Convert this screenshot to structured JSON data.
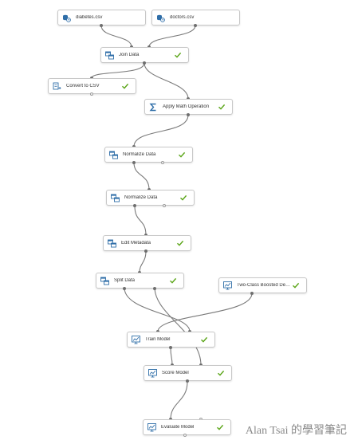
{
  "colors": {
    "node_border": "#c8c8c8",
    "wire": "#7a7a7a",
    "check": "#5aa517",
    "icon_blue": "#2f6ea8"
  },
  "modules": {
    "diabetes": {
      "label": "diabetes.csv",
      "icon": "dataset-icon",
      "status": "none"
    },
    "doctors": {
      "label": "doctors.csv",
      "icon": "dataset-icon",
      "status": "none"
    },
    "join": {
      "label": "Join Data",
      "icon": "module-icon",
      "status": "completed"
    },
    "convert": {
      "label": "Convert to CSV",
      "icon": "convert-icon",
      "status": "completed"
    },
    "math": {
      "label": "Apply Math Operation",
      "icon": "sigma-icon",
      "status": "completed"
    },
    "norm1": {
      "label": "Normalize Data",
      "icon": "module-icon",
      "status": "completed"
    },
    "norm2": {
      "label": "Normalize Data",
      "icon": "module-icon",
      "status": "completed"
    },
    "meta": {
      "label": "Edit Metadata",
      "icon": "module-icon",
      "status": "completed"
    },
    "split": {
      "label": "Split Data",
      "icon": "module-icon",
      "status": "completed"
    },
    "boosted": {
      "label": "Two-Class Boosted Decision...",
      "icon": "algorithm-icon",
      "status": "completed"
    },
    "train": {
      "label": "Train Model",
      "icon": "algorithm-icon",
      "status": "completed"
    },
    "score": {
      "label": "Score Model",
      "icon": "algorithm-icon",
      "status": "completed"
    },
    "evaluate": {
      "label": "Evaluate Model",
      "icon": "algorithm-icon",
      "status": "completed"
    }
  },
  "watermark": "Alan Tsai 的學習筆記"
}
